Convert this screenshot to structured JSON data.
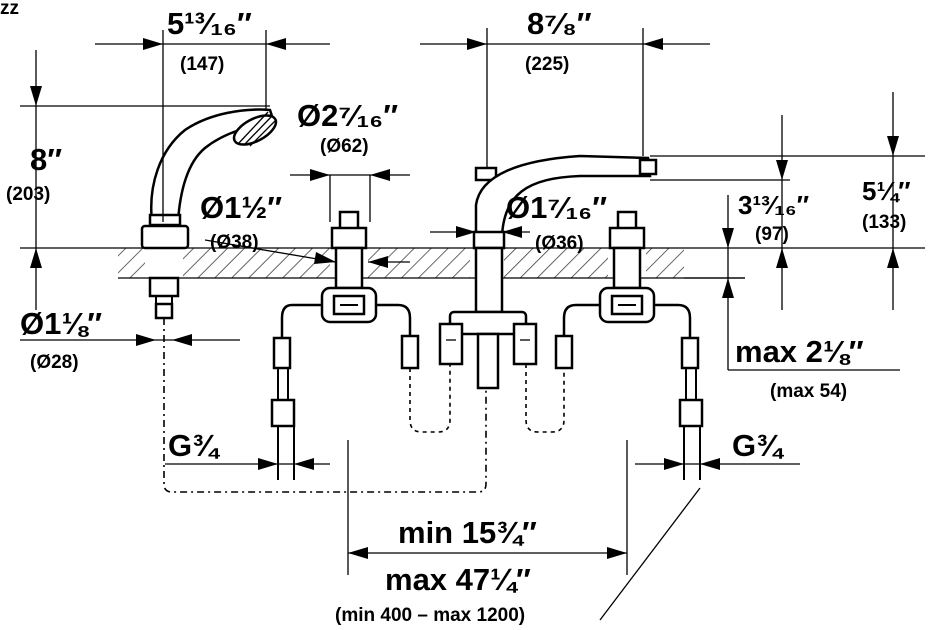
{
  "figure_id": "zz",
  "dims": {
    "hand_shower_spacing": {
      "imperial": "5¹³⁄₁₆″",
      "metric": "(147)"
    },
    "spout_reach": {
      "imperial": "8⁷⁄₈″",
      "metric": "(225)"
    },
    "hand_shower_height": {
      "imperial": "8″",
      "metric": "(203)"
    },
    "shower_head_diameter": {
      "imperial": "Ø2⁷⁄₁₆″",
      "metric": "(Ø62)"
    },
    "valve_diameter": {
      "imperial": "Ø1½″",
      "metric": "(Ø38)"
    },
    "spout_diameter": {
      "imperial": "Ø1⁷⁄₁₆″",
      "metric": "(Ø36)"
    },
    "spout_height_small": {
      "imperial": "3¹³⁄₁₆″",
      "metric": "(97)"
    },
    "spout_height_total": {
      "imperial": "5¼″",
      "metric": "(133)"
    },
    "hose_diameter": {
      "imperial": "Ø1⅛″",
      "metric": "(Ø28)"
    },
    "deck_thickness": {
      "imperial": "max 2⅛″",
      "metric": "(max 54)"
    },
    "thread_left": "G¾",
    "thread_right": "G¾",
    "spread_min": "min 15¾″",
    "spread_max": "max 47¼″",
    "spread_metric": "(min 400 – max 1200)"
  }
}
